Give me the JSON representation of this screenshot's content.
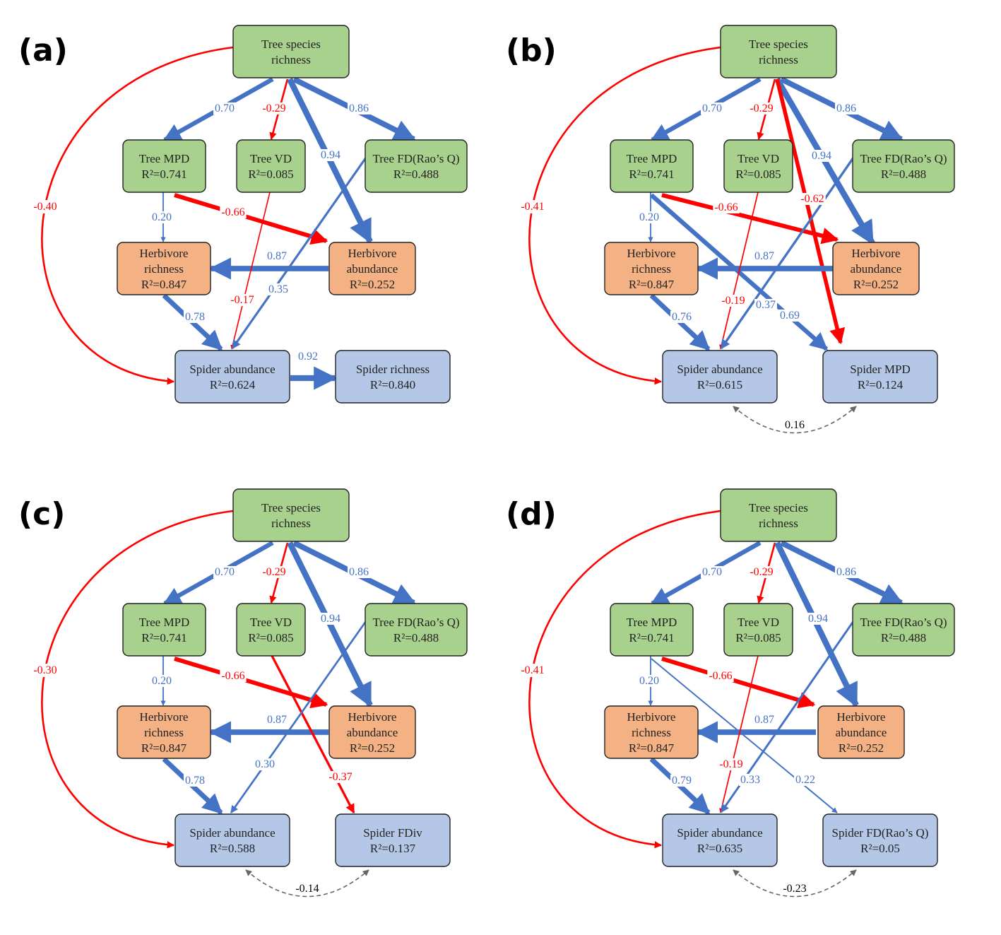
{
  "colors": {
    "tree_fill": "#a9d18e",
    "herb_fill": "#f4b183",
    "spider_fill": "#b4c7e7",
    "positive": "#4472c4",
    "negative": "#ff0000",
    "covariance": "#666666"
  },
  "panels": [
    {
      "label": "(a)",
      "nodes": [
        {
          "id": "tsr",
          "lines": [
            "Tree species",
            "richness"
          ],
          "type": "tree"
        },
        {
          "id": "tmpd",
          "lines": [
            "Tree MPD",
            "R²=0.741"
          ],
          "type": "tree"
        },
        {
          "id": "tvd",
          "lines": [
            "Tree VD",
            "R²=0.085"
          ],
          "type": "tree"
        },
        {
          "id": "tfd",
          "lines": [
            "Tree FD(Rao’s Q)",
            "R²=0.488"
          ],
          "type": "tree"
        },
        {
          "id": "hr",
          "lines": [
            "Herbivore",
            "richness",
            "R²=0.847"
          ],
          "type": "herb"
        },
        {
          "id": "ha",
          "lines": [
            "Herbivore",
            "abundance",
            "R²=0.252"
          ],
          "type": "herb"
        },
        {
          "id": "sa",
          "lines": [
            "Spider abundance",
            "R²=0.624"
          ],
          "type": "spider"
        },
        {
          "id": "s2",
          "lines": [
            "Spider richness",
            "R²=0.840"
          ],
          "type": "spider"
        }
      ],
      "paths": [
        {
          "from": "tsr",
          "to": "tmpd",
          "coef": "0.70"
        },
        {
          "from": "tsr",
          "to": "tvd",
          "coef": "-0.29"
        },
        {
          "from": "tsr",
          "to": "ha",
          "coef": "0.94"
        },
        {
          "from": "tsr",
          "to": "tfd",
          "coef": "0.86"
        },
        {
          "from": "tsr",
          "to": "sa",
          "coef": "-0.40"
        },
        {
          "from": "tmpd",
          "to": "hr",
          "coef": "0.20"
        },
        {
          "from": "tmpd",
          "to": "ha",
          "coef": "-0.66"
        },
        {
          "from": "ha",
          "to": "hr",
          "coef": "0.87"
        },
        {
          "from": "tvd",
          "to": "sa",
          "coef": "-0.17"
        },
        {
          "from": "tfd",
          "to": "sa",
          "coef": "0.35"
        },
        {
          "from": "hr",
          "to": "sa",
          "coef": "0.78"
        },
        {
          "from": "sa",
          "to": "s2",
          "coef": "0.92"
        }
      ],
      "covariance": null
    },
    {
      "label": "(b)",
      "nodes": [
        {
          "id": "tsr",
          "lines": [
            "Tree species",
            "richness"
          ],
          "type": "tree"
        },
        {
          "id": "tmpd",
          "lines": [
            "Tree MPD",
            "R²=0.741"
          ],
          "type": "tree"
        },
        {
          "id": "tvd",
          "lines": [
            "Tree VD",
            "R²=0.085"
          ],
          "type": "tree"
        },
        {
          "id": "tfd",
          "lines": [
            "Tree FD(Rao’s Q)",
            "R²=0.488"
          ],
          "type": "tree"
        },
        {
          "id": "hr",
          "lines": [
            "Herbivore",
            "richness",
            "R²=0.847"
          ],
          "type": "herb"
        },
        {
          "id": "ha",
          "lines": [
            "Herbivore",
            "abundance",
            "R²=0.252"
          ],
          "type": "herb"
        },
        {
          "id": "sa",
          "lines": [
            "Spider abundance",
            "R²=0.615"
          ],
          "type": "spider"
        },
        {
          "id": "s2",
          "lines": [
            "Spider MPD",
            "R²=0.124"
          ],
          "type": "spider"
        }
      ],
      "paths": [
        {
          "from": "tsr",
          "to": "tmpd",
          "coef": "0.70"
        },
        {
          "from": "tsr",
          "to": "tvd",
          "coef": "-0.29"
        },
        {
          "from": "tsr",
          "to": "ha",
          "coef": "0.94"
        },
        {
          "from": "tsr",
          "to": "tfd",
          "coef": "0.86"
        },
        {
          "from": "tsr",
          "to": "s2",
          "coef": "-0.62"
        },
        {
          "from": "tsr",
          "to": "sa",
          "coef": "-0.41"
        },
        {
          "from": "tmpd",
          "to": "hr",
          "coef": "0.20"
        },
        {
          "from": "tmpd",
          "to": "ha",
          "coef": "-0.66"
        },
        {
          "from": "tmpd",
          "to": "s2",
          "coef": "0.69"
        },
        {
          "from": "ha",
          "to": "hr",
          "coef": "0.87"
        },
        {
          "from": "tvd",
          "to": "sa",
          "coef": "-0.19"
        },
        {
          "from": "tfd",
          "to": "sa",
          "coef": "0.37"
        },
        {
          "from": "hr",
          "to": "sa",
          "coef": "0.76"
        }
      ],
      "covariance": "0.16"
    },
    {
      "label": "(c)",
      "nodes": [
        {
          "id": "tsr",
          "lines": [
            "Tree species",
            "richness"
          ],
          "type": "tree"
        },
        {
          "id": "tmpd",
          "lines": [
            "Tree MPD",
            "R²=0.741"
          ],
          "type": "tree"
        },
        {
          "id": "tvd",
          "lines": [
            "Tree VD",
            "R²=0.085"
          ],
          "type": "tree"
        },
        {
          "id": "tfd",
          "lines": [
            "Tree FD(Rao’s Q)",
            "R²=0.488"
          ],
          "type": "tree"
        },
        {
          "id": "hr",
          "lines": [
            "Herbivore",
            "richness",
            "R²=0.847"
          ],
          "type": "herb"
        },
        {
          "id": "ha",
          "lines": [
            "Herbivore",
            "abundance",
            "R²=0.252"
          ],
          "type": "herb"
        },
        {
          "id": "sa",
          "lines": [
            "Spider abundance",
            "R²=0.588"
          ],
          "type": "spider"
        },
        {
          "id": "s2",
          "lines": [
            "Spider FDiv",
            "R²=0.137"
          ],
          "type": "spider"
        }
      ],
      "paths": [
        {
          "from": "tsr",
          "to": "tmpd",
          "coef": "0.70"
        },
        {
          "from": "tsr",
          "to": "tvd",
          "coef": "-0.29"
        },
        {
          "from": "tsr",
          "to": "ha",
          "coef": "0.94"
        },
        {
          "from": "tsr",
          "to": "tfd",
          "coef": "0.86"
        },
        {
          "from": "tsr",
          "to": "sa",
          "coef": "-0.30"
        },
        {
          "from": "tmpd",
          "to": "hr",
          "coef": "0.20"
        },
        {
          "from": "tmpd",
          "to": "ha",
          "coef": "-0.66"
        },
        {
          "from": "ha",
          "to": "hr",
          "coef": "0.87"
        },
        {
          "from": "tvd",
          "to": "s2",
          "coef": "-0.37"
        },
        {
          "from": "tfd",
          "to": "sa",
          "coef": "0.30"
        },
        {
          "from": "hr",
          "to": "sa",
          "coef": "0.78"
        }
      ],
      "covariance": "-0.14"
    },
    {
      "label": "(d)",
      "nodes": [
        {
          "id": "tsr",
          "lines": [
            "Tree species",
            "richness"
          ],
          "type": "tree"
        },
        {
          "id": "tmpd",
          "lines": [
            "Tree MPD",
            "R²=0.741"
          ],
          "type": "tree"
        },
        {
          "id": "tvd",
          "lines": [
            "Tree VD",
            "R²=0.085"
          ],
          "type": "tree"
        },
        {
          "id": "tfd",
          "lines": [
            "Tree FD(Rao’s Q)",
            "R²=0.488"
          ],
          "type": "tree"
        },
        {
          "id": "hr",
          "lines": [
            "Herbivore",
            "richness",
            "R²=0.847"
          ],
          "type": "herb"
        },
        {
          "id": "ha",
          "lines": [
            "Herbivore",
            "abundance",
            "R²=0.252"
          ],
          "type": "herb"
        },
        {
          "id": "sa",
          "lines": [
            "Spider abundance",
            "R²=0.635"
          ],
          "type": "spider"
        },
        {
          "id": "s2",
          "lines": [
            "Spider FD(Rao’s Q)",
            "R²=0.05"
          ],
          "type": "spider"
        }
      ],
      "paths": [
        {
          "from": "tsr",
          "to": "tmpd",
          "coef": "0.70"
        },
        {
          "from": "tsr",
          "to": "tvd",
          "coef": "-0.29"
        },
        {
          "from": "tsr",
          "to": "ha",
          "coef": "0.94"
        },
        {
          "from": "tsr",
          "to": "tfd",
          "coef": "0.86"
        },
        {
          "from": "tsr",
          "to": "sa",
          "coef": "-0.41"
        },
        {
          "from": "tmpd",
          "to": "hr",
          "coef": "0.20"
        },
        {
          "from": "tmpd",
          "to": "ha",
          "coef": "-0.66"
        },
        {
          "from": "tmpd",
          "to": "s2",
          "coef": "0.22"
        },
        {
          "from": "ha",
          "to": "hr",
          "coef": "0.87"
        },
        {
          "from": "tvd",
          "to": "sa",
          "coef": "-0.19"
        },
        {
          "from": "tfd",
          "to": "sa",
          "coef": "0.33"
        },
        {
          "from": "hr",
          "to": "sa",
          "coef": "0.79"
        }
      ],
      "covariance": "-0.23"
    }
  ]
}
